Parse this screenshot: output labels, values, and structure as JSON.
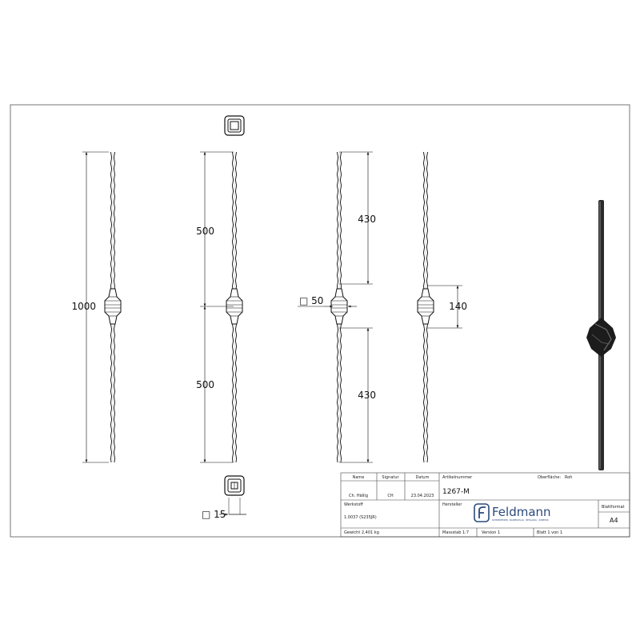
{
  "dimensions": {
    "total_height": "1000",
    "half_height_top": "500",
    "half_height_bottom": "500",
    "segment_top": "430",
    "segment_bottom": "430",
    "collar_size": "□ 50",
    "collar_height": "140",
    "bar_size": "□ 15"
  },
  "title_block": {
    "col_name": "Name",
    "col_signature": "Signatur",
    "col_date": "Datum",
    "name": "Ch. Hällig",
    "signature": "CH",
    "date": "23.04.2023",
    "article_label": "Artikelnummer",
    "article_number": "1267-M",
    "surface_label": "Oberfläche:",
    "surface_value": "Roh",
    "manufacturer_label": "Hersteller",
    "material_label": "Werkstoff",
    "material_value": "1.0037 (S235JR)",
    "weight": "Gewicht 2,401 kg",
    "scale": "Massstab 1:7",
    "version": "Version 1",
    "sheet": "Blatt 1 von 1",
    "format_label": "Blattformat",
    "format_value": "A4"
  },
  "logo": {
    "name": "Feldmann",
    "tagline": "SCHMIEDEEISEN · BAUBESCHLAG · METALLBAU · ZUBEHÖR"
  }
}
